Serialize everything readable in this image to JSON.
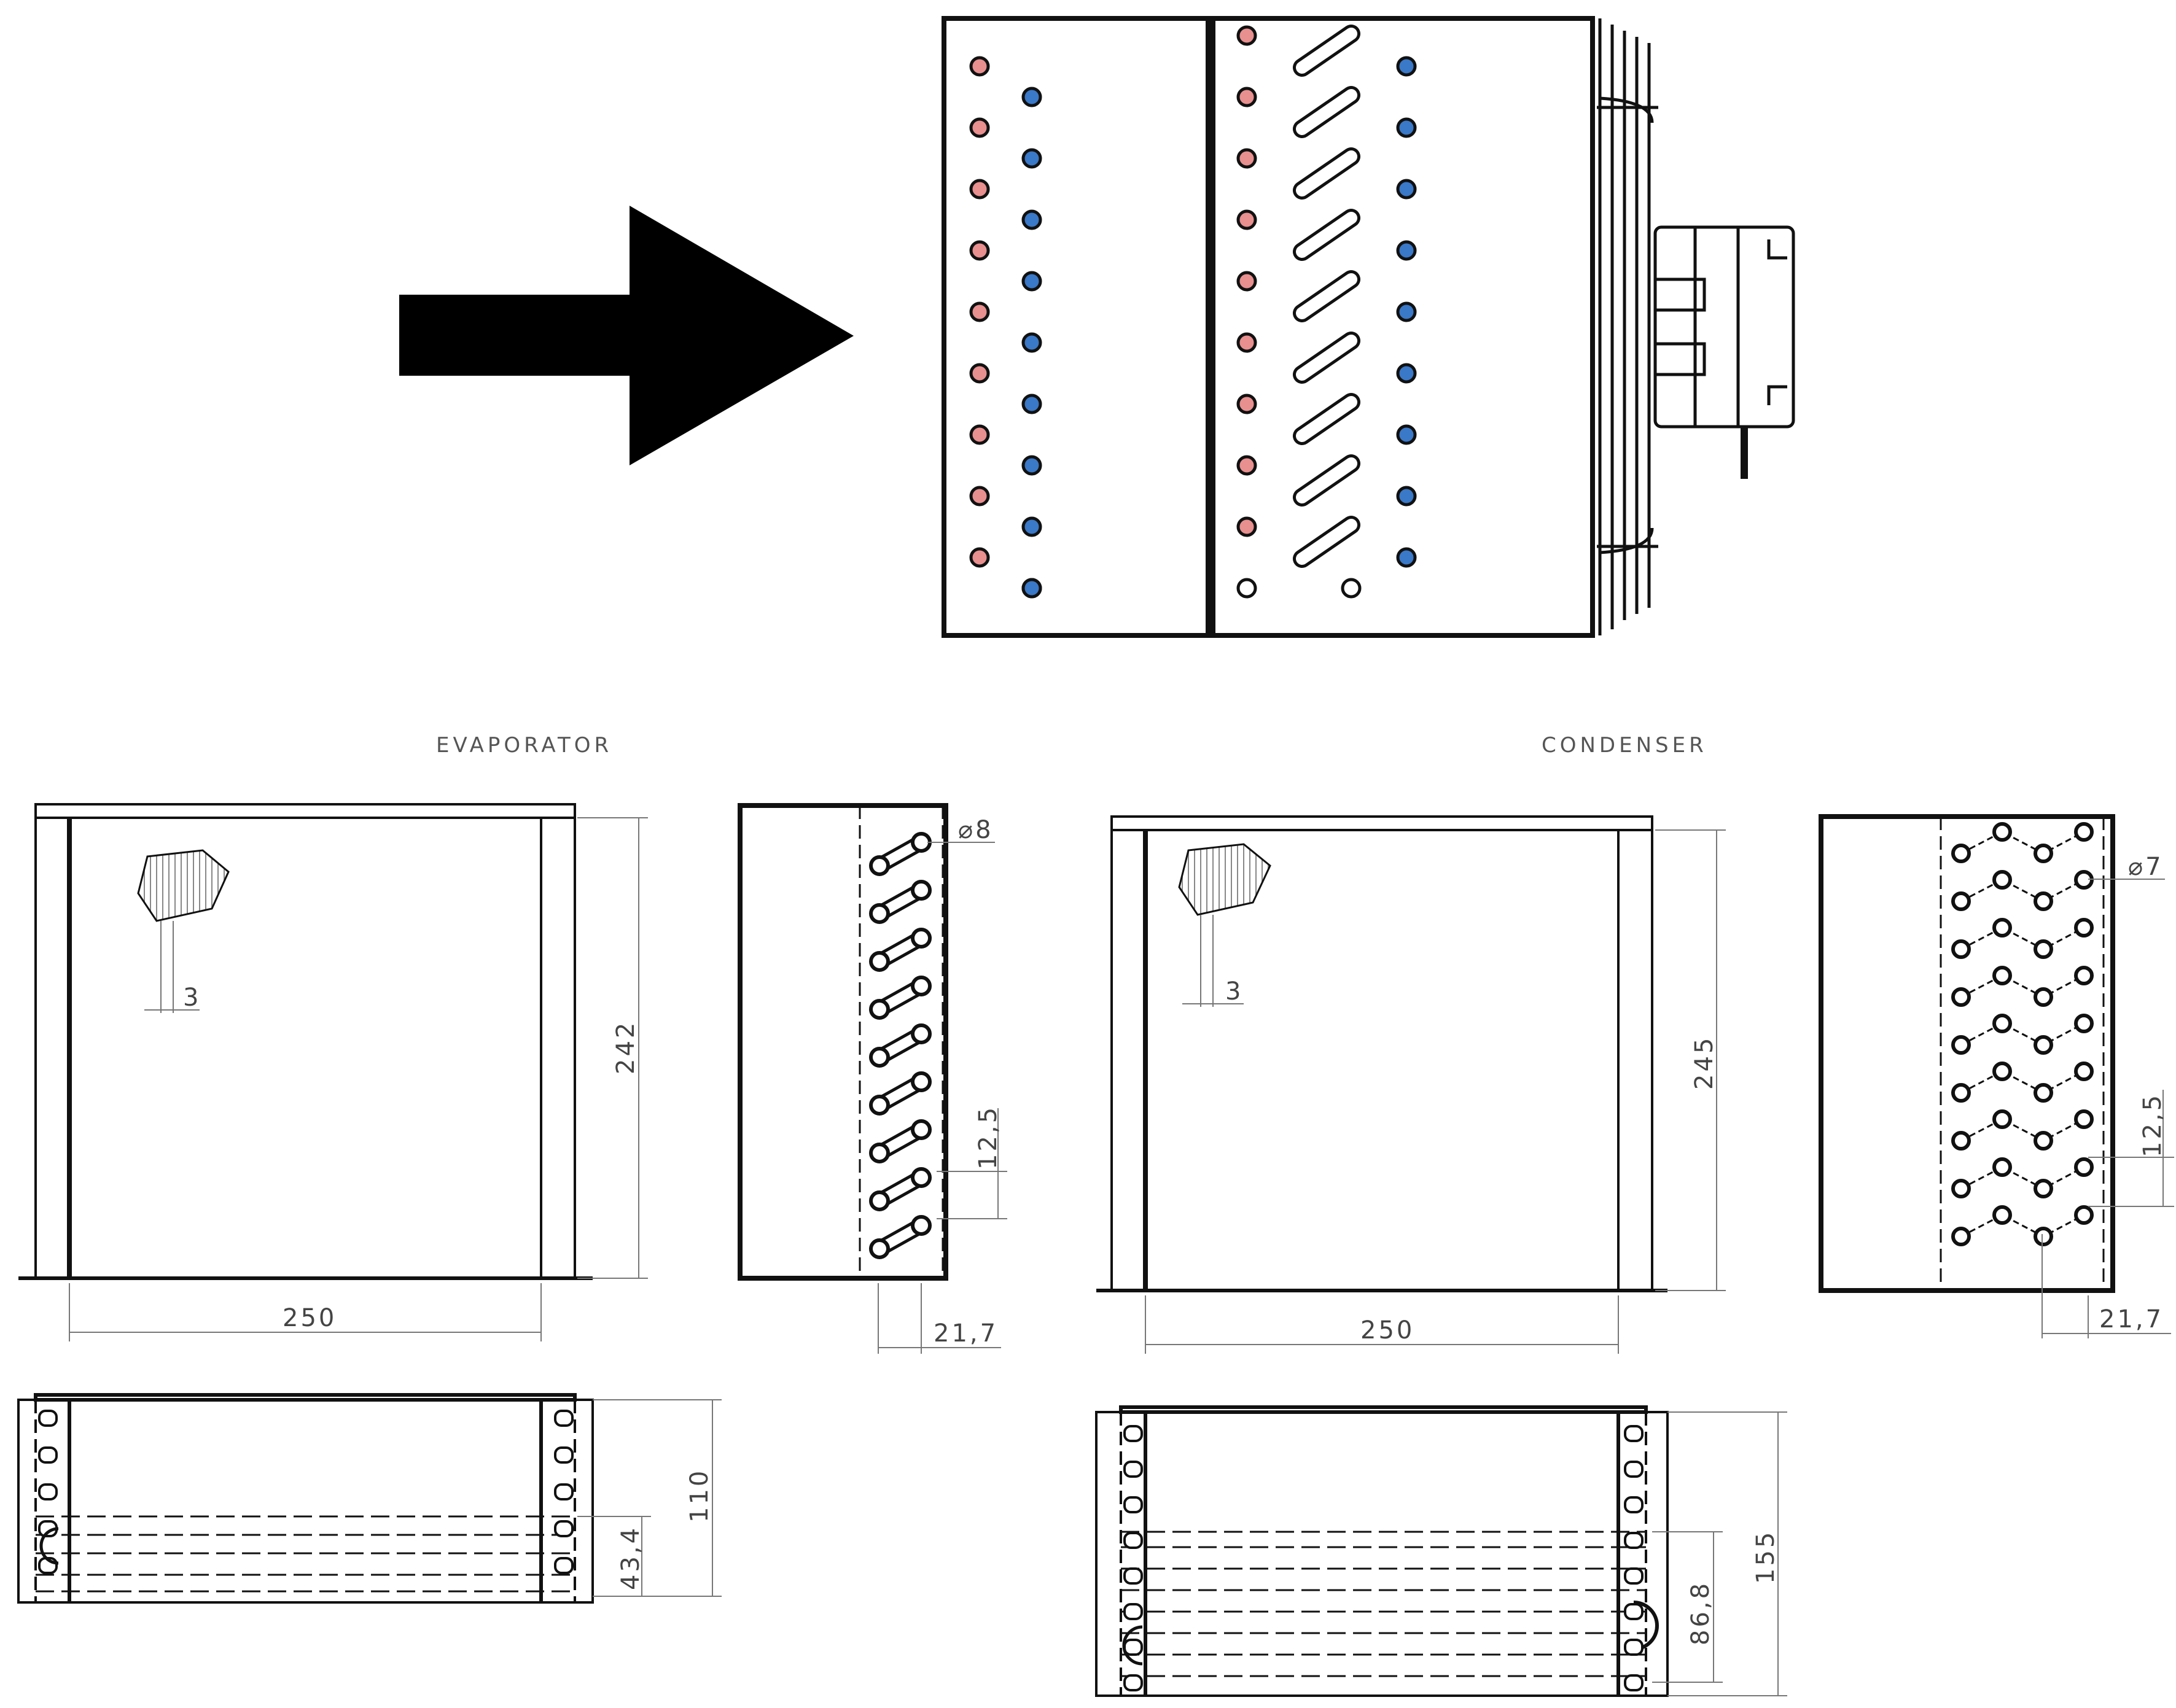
{
  "labels": {
    "evaporator": "EVAPORATOR",
    "condenser": "CONDENSER"
  },
  "dimensions": {
    "evap_width": "250",
    "evap_height": "242",
    "evap_fin_gap": "3",
    "evap_tube_dia": "⌀8",
    "evap_pitch": "12,5",
    "evap_row": "21,7",
    "evap_depth": "110",
    "evap_core": "43,4",
    "cond_width": "250",
    "cond_height": "245",
    "cond_fin_gap": "3",
    "cond_tube_dia": "⌀7",
    "cond_pitch": "12,5",
    "cond_row": "21,7",
    "cond_depth": "155",
    "cond_core": "86,8"
  },
  "colors": {
    "line": "#111111",
    "hot_tube": "#e88f8f",
    "cold_tube": "#3a78c8",
    "dim_line": "#777777"
  },
  "icons": {
    "flow_arrow": "airflow-arrow-icon"
  }
}
